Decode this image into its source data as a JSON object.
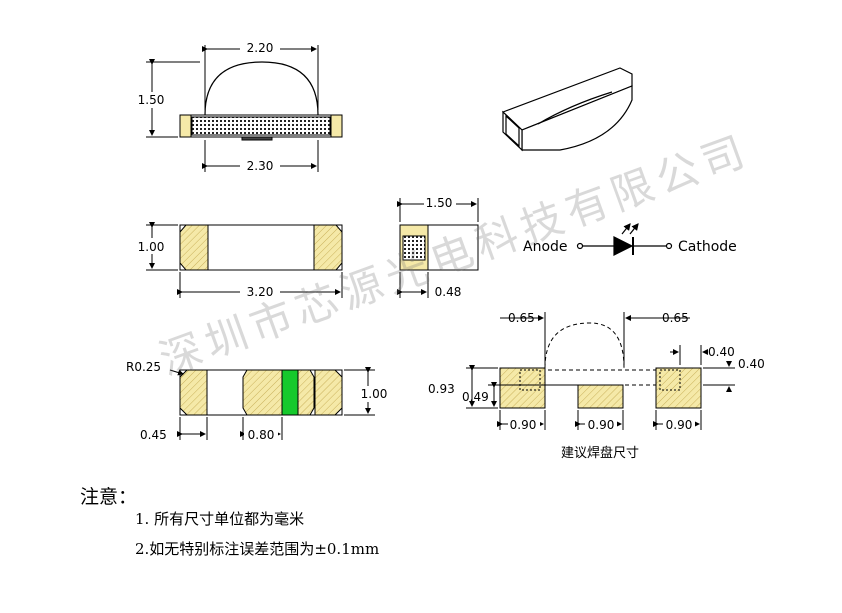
{
  "watermark": "深圳市芯源光电科技有限公司",
  "front_view": {
    "top_width": "2.20",
    "height": "1.50",
    "bottom_width": "2.30"
  },
  "top_view": {
    "height": "1.00",
    "length": "3.20"
  },
  "side_view": {
    "width": "1.50",
    "offset": "0.48"
  },
  "symbol": {
    "anode": "Anode",
    "cathode": "Cathode"
  },
  "bottom_view": {
    "radius": "R0.25",
    "height": "1.00",
    "pad": "0.45",
    "gap": "0.80"
  },
  "pad_layout": {
    "left_lens": "0.65",
    "right_lens": "0.65",
    "pad_h": "0.40",
    "pad_w": "0.40",
    "total_h": "0.93",
    "center_h": "0.49",
    "widths": [
      "0.90",
      "0.90",
      "0.90"
    ],
    "caption": "建议焊盘尺寸"
  },
  "notes": {
    "title": "注意：",
    "items": [
      "1. 所有尺寸单位都为毫米",
      "2.如无特别标注误差范围为±0.1mm"
    ]
  },
  "colors": {
    "pad": "#f5e9a8",
    "chip": "#16c92c",
    "line": "#000000"
  }
}
